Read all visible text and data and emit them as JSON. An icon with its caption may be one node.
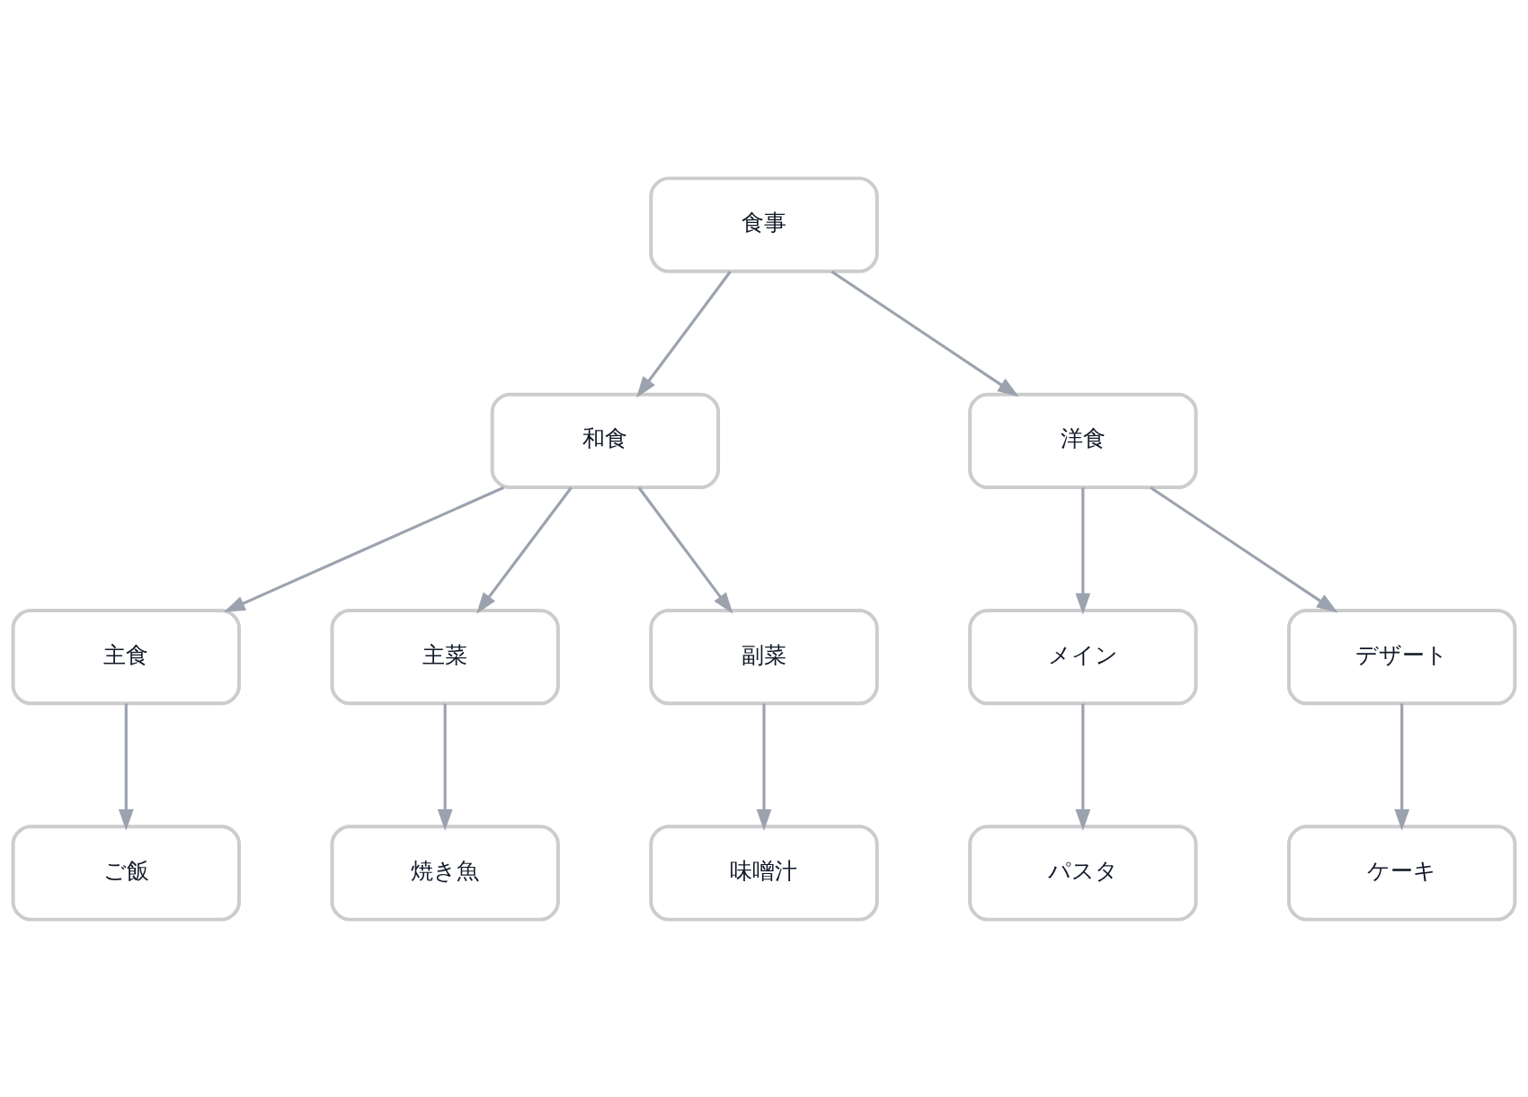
{
  "diagram": {
    "nodes": [
      {
        "text": [
          "食事"
        ]
      },
      {
        "text": [
          "和食"
        ]
      },
      {
        "text": [
          "洋食"
        ]
      },
      {
        "text": [
          "主食"
        ]
      },
      {
        "text": [
          "主菜"
        ]
      },
      {
        "text": [
          "副菜"
        ]
      },
      {
        "text": [
          "メイン"
        ]
      },
      {
        "text": [
          "デザート"
        ]
      },
      {
        "text": [
          "ご飯"
        ]
      },
      {
        "text": [
          "焼き魚"
        ]
      },
      {
        "text": [
          "味噌汁"
        ]
      },
      {
        "text": [
          "パスタ"
        ]
      },
      {
        "text": [
          "ケーキ"
        ]
      }
    ],
    "edges": [
      {
        "from": 0,
        "to": 1,
        "arrow": "to"
      },
      {
        "from": 0,
        "to": 2,
        "arrow": "to"
      },
      {
        "from": 1,
        "to": 3,
        "arrow": "to"
      },
      {
        "from": 1,
        "to": 4,
        "arrow": "to"
      },
      {
        "from": 1,
        "to": 5,
        "arrow": "to"
      },
      {
        "from": 2,
        "to": 6,
        "arrow": "to"
      },
      {
        "from": 2,
        "to": 7,
        "arrow": "to"
      },
      {
        "from": 3,
        "to": 8,
        "arrow": "to"
      },
      {
        "from": 4,
        "to": 9,
        "arrow": "to"
      },
      {
        "from": 5,
        "to": 10,
        "arrow": "to"
      },
      {
        "from": 6,
        "to": 11,
        "arrow": "to"
      },
      {
        "from": 7,
        "to": 12,
        "arrow": "to"
      }
    ]
  }
}
